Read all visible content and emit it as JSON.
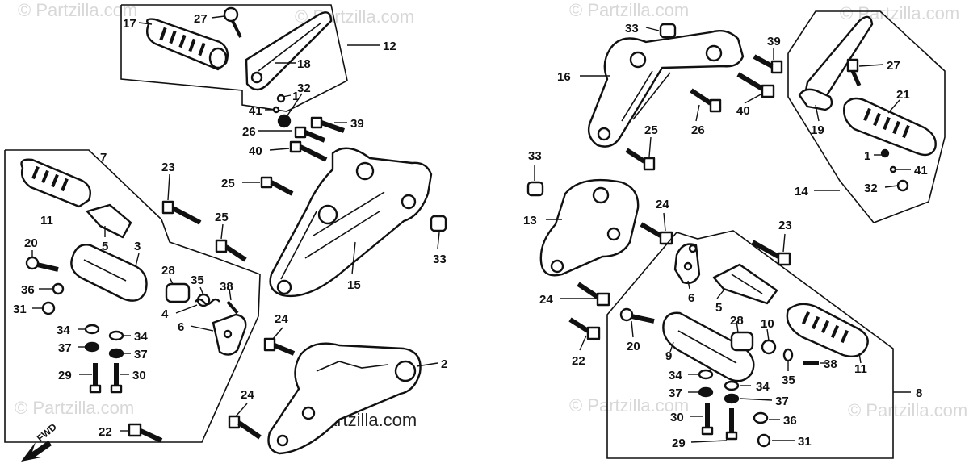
{
  "watermarks": [
    "© Partzilla.com",
    "© Partzilla.com",
    "© Partzilla.com",
    "© Partzilla.com",
    "© Partzilla.com",
    "© Partzilla.com",
    "© Partzilla.com"
  ],
  "main_watermark": "© Partzilla.com",
  "fwd_label": "FWD",
  "callouts": {
    "c17": "17",
    "c27a": "27",
    "c12": "12",
    "c18": "18",
    "c1a": "1",
    "c32a": "32",
    "c41a": "41",
    "c26a": "26",
    "c39a": "39",
    "c40a": "40",
    "c7": "7",
    "c23a": "23",
    "c25a": "25",
    "c11a": "11",
    "c5a": "5",
    "c3": "3",
    "c20a": "20",
    "c36a": "36",
    "c31a": "31",
    "c25b": "25",
    "c28a": "28",
    "c35a": "35",
    "c38a": "38",
    "c4": "4",
    "c6a": "6",
    "c34a": "34",
    "c34b": "34",
    "c37a": "37",
    "c37b": "37",
    "c29a": "29",
    "c30a": "30",
    "c22a": "22",
    "c24a": "24",
    "c24b": "24",
    "c15": "15",
    "c33a": "33",
    "c2": "2",
    "c33b": "33",
    "c39b": "39",
    "c16": "16",
    "c40b": "40",
    "c25c": "25",
    "c26b": "26",
    "c27b": "27",
    "c21": "21",
    "c19": "19",
    "c1b": "1",
    "c41b": "41",
    "c32b": "32",
    "c14": "14",
    "c33c": "33",
    "c13": "13",
    "c24c": "24",
    "c23b": "23",
    "c24d": "24",
    "c6b": "6",
    "c5b": "5",
    "c22b": "22",
    "c20b": "20",
    "c9": "9",
    "c28b": "28",
    "c10": "10",
    "c35b": "35",
    "c38b": "38",
    "c11b": "11",
    "c34c": "34",
    "c34d": "34",
    "c37c": "37",
    "c37d": "37",
    "c30b": "30",
    "c36b": "36",
    "c29b": "29",
    "c31b": "31",
    "c8": "8"
  }
}
